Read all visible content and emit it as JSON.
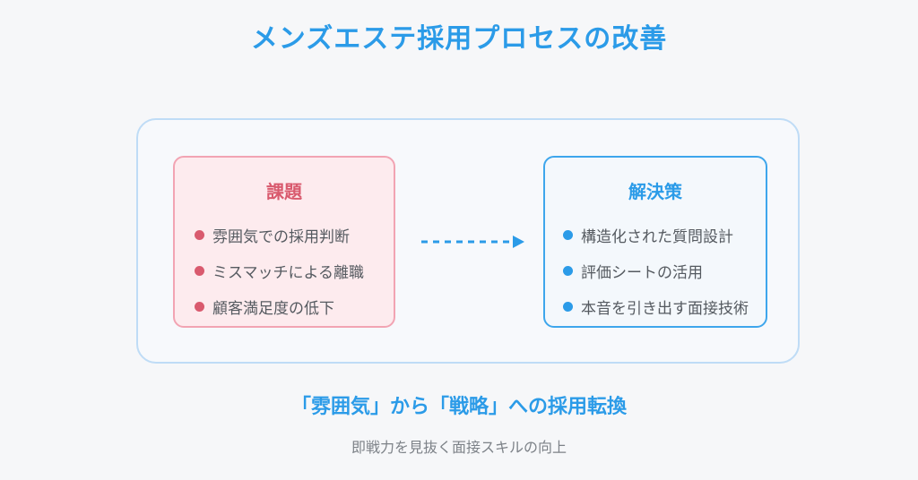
{
  "title": "メンズエステ採用プロセスの改善",
  "problem": {
    "heading": "課題",
    "items": [
      "雰囲気での採用判断",
      "ミスマッチによる離職",
      "顧客満足度の低下"
    ]
  },
  "solution": {
    "heading": "解決策",
    "items": [
      "構造化された質問設計",
      "評価シートの活用",
      "本音を引き出す面接技術"
    ]
  },
  "subtitle": "「雰囲気」から「戦略」への採用転換",
  "caption": "即戦力を見抜く面接スキルの向上",
  "colors": {
    "accent_blue": "#2b9be8",
    "problem_red": "#d95a6e",
    "problem_bg": "#fdebee",
    "panel_border": "#bfdcf6"
  }
}
